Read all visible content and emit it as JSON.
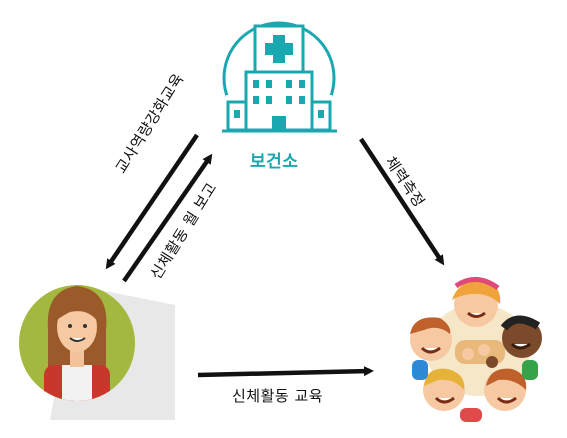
{
  "nodes": {
    "health_center": "보건소",
    "teacher": "",
    "children": ""
  },
  "edges": {
    "teacher_training": "교사역량강화교육",
    "monthly_report": "신체활동 월 보고",
    "fitness_measure": "체력측정",
    "activity_education": "신체활동 교육"
  },
  "colors": {
    "teal": "#1aa8b0",
    "arrow": "#111111",
    "teacher_bg": "#a3b83f"
  },
  "icons": [
    "hospital-icon",
    "teacher-avatar-icon",
    "children-group-icon"
  ]
}
